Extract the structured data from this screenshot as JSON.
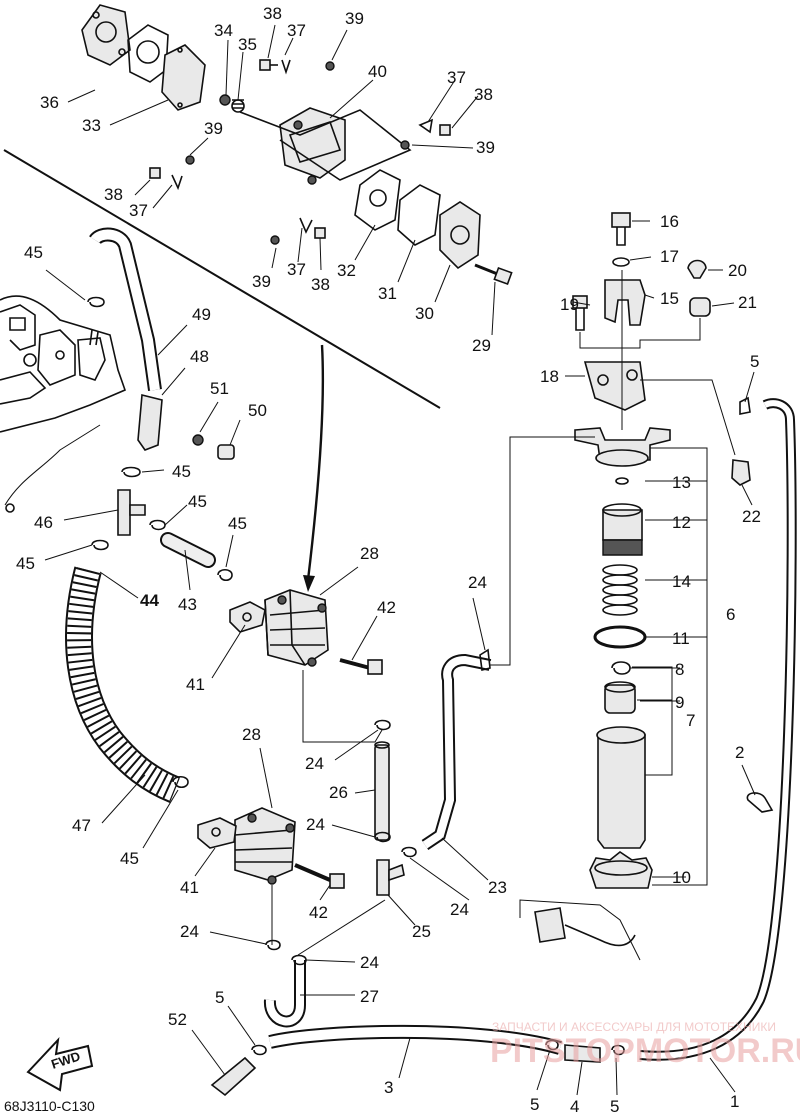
{
  "diagram": {
    "code": "68J3110-C130",
    "fwd_label": "FWD",
    "watermark": {
      "caption": "ЗАПЧАСТИ И АКСЕССУАРЫ ДЛЯ МОТОТЕХНИКИ",
      "logo": "PITSTOPMOTOR.RU"
    },
    "callouts": {
      "c1": "1",
      "c2": "2",
      "c3": "3",
      "c4": "4",
      "c5a": "5",
      "c5b": "5",
      "c5c": "5",
      "c5d": "5",
      "c6": "6",
      "c7": "7",
      "c8": "8",
      "c9": "9",
      "c10": "10",
      "c11": "11",
      "c12": "12",
      "c13": "13",
      "c14": "14",
      "c15": "15",
      "c16": "16",
      "c17": "17",
      "c18": "18",
      "c19": "19",
      "c20": "20",
      "c21": "21",
      "c22": "22",
      "c23": "23",
      "c24a": "24",
      "c24b": "24",
      "c24c": "24",
      "c24d": "24",
      "c24e": "24",
      "c24f": "24",
      "c25": "25",
      "c26": "26",
      "c27": "27",
      "c28a": "28",
      "c28b": "28",
      "c29": "29",
      "c30": "30",
      "c31": "31",
      "c32": "32",
      "c33": "33",
      "c34": "34",
      "c35": "35",
      "c36": "36",
      "c37a": "37",
      "c37b": "37",
      "c37c": "37",
      "c37d": "37",
      "c38a": "38",
      "c38b": "38",
      "c38c": "38",
      "c38d": "38",
      "c39a": "39",
      "c39b": "39",
      "c39c": "39",
      "c39d": "39",
      "c40": "40",
      "c41a": "41",
      "c41b": "41",
      "c42a": "42",
      "c42b": "42",
      "c43": "43",
      "c44": "44",
      "c45a": "45",
      "c45b": "45",
      "c45c": "45",
      "c45d": "45",
      "c45e": "45",
      "c45f": "45",
      "c46": "46",
      "c47": "47",
      "c48": "48",
      "c49": "49",
      "c50": "50",
      "c51": "51",
      "c52": "52"
    }
  }
}
